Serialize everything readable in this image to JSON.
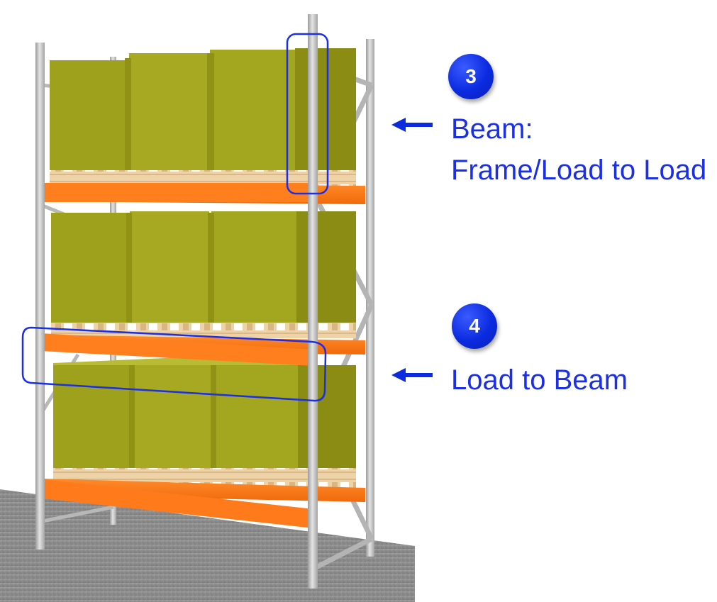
{
  "colors": {
    "accent": "#1a2fe6",
    "beam": "#ff7a1a",
    "box": "#9fa21a",
    "upright": "#c8c8c8",
    "pallet": "#e8c79a",
    "floor": "#8f8f8f"
  },
  "icons": [
    "arrow-left-icon"
  ],
  "callouts": [
    {
      "number": "3",
      "label_line1": "Beam:",
      "label_line2": "Frame/Load to Load",
      "highlight": "frame-to-load-gap"
    },
    {
      "number": "4",
      "label_line1": "Load to Beam",
      "highlight": "load-to-beam-gap"
    }
  ]
}
